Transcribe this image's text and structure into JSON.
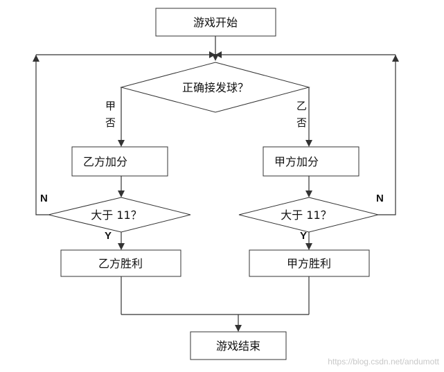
{
  "nodes": {
    "start": "游戏开始",
    "decision_serve": "正确接发球？",
    "left_score": "乙方加分",
    "right_score": "甲方加分",
    "left_check": "大于 11？",
    "right_check": "大于 11？",
    "left_win": "乙方胜利",
    "right_win": "甲方胜利",
    "end": "游戏结束"
  },
  "edge_labels": {
    "left_branch_player": "甲",
    "left_branch_no": "否",
    "right_branch_player": "乙",
    "right_branch_no": "否",
    "left_loop_no": "N",
    "right_loop_no": "N",
    "left_yes": "Y",
    "right_yes": "Y"
  },
  "watermark": "https://blog.csdn.net/andumott"
}
